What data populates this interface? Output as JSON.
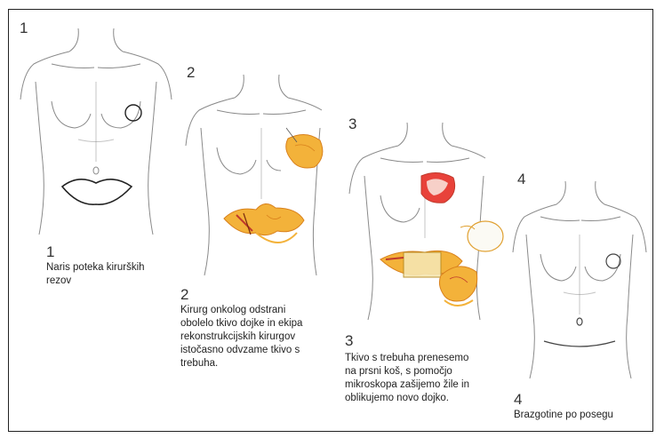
{
  "steps": [
    {
      "number": "1",
      "caption_number": "1",
      "caption": "Naris poteka kirurških\nrezov"
    },
    {
      "number": "2",
      "caption_number": "2",
      "caption": "Kirurg onkolog odstrani\nobolelo tkivo dojke in ekipa\nrekonstrukcijskih kirurgov\nistočasno odvzame tkivo s\ntrebuha."
    },
    {
      "number": "3",
      "caption_number": "3",
      "caption": "Tkivo s trebuha prenesemo\nna prsni koš, s pomočjo\nmikroskopa zašijemo žile in\noblikujemo novo dojko."
    },
    {
      "number": "4",
      "caption_number": "4",
      "caption": "Brazgotine po posegu"
    }
  ],
  "colors": {
    "skin_line": "#8a8a8a",
    "tissue_orange": "#f3b23a",
    "tissue_dark": "#d9811c",
    "incision": "#222222"
  }
}
